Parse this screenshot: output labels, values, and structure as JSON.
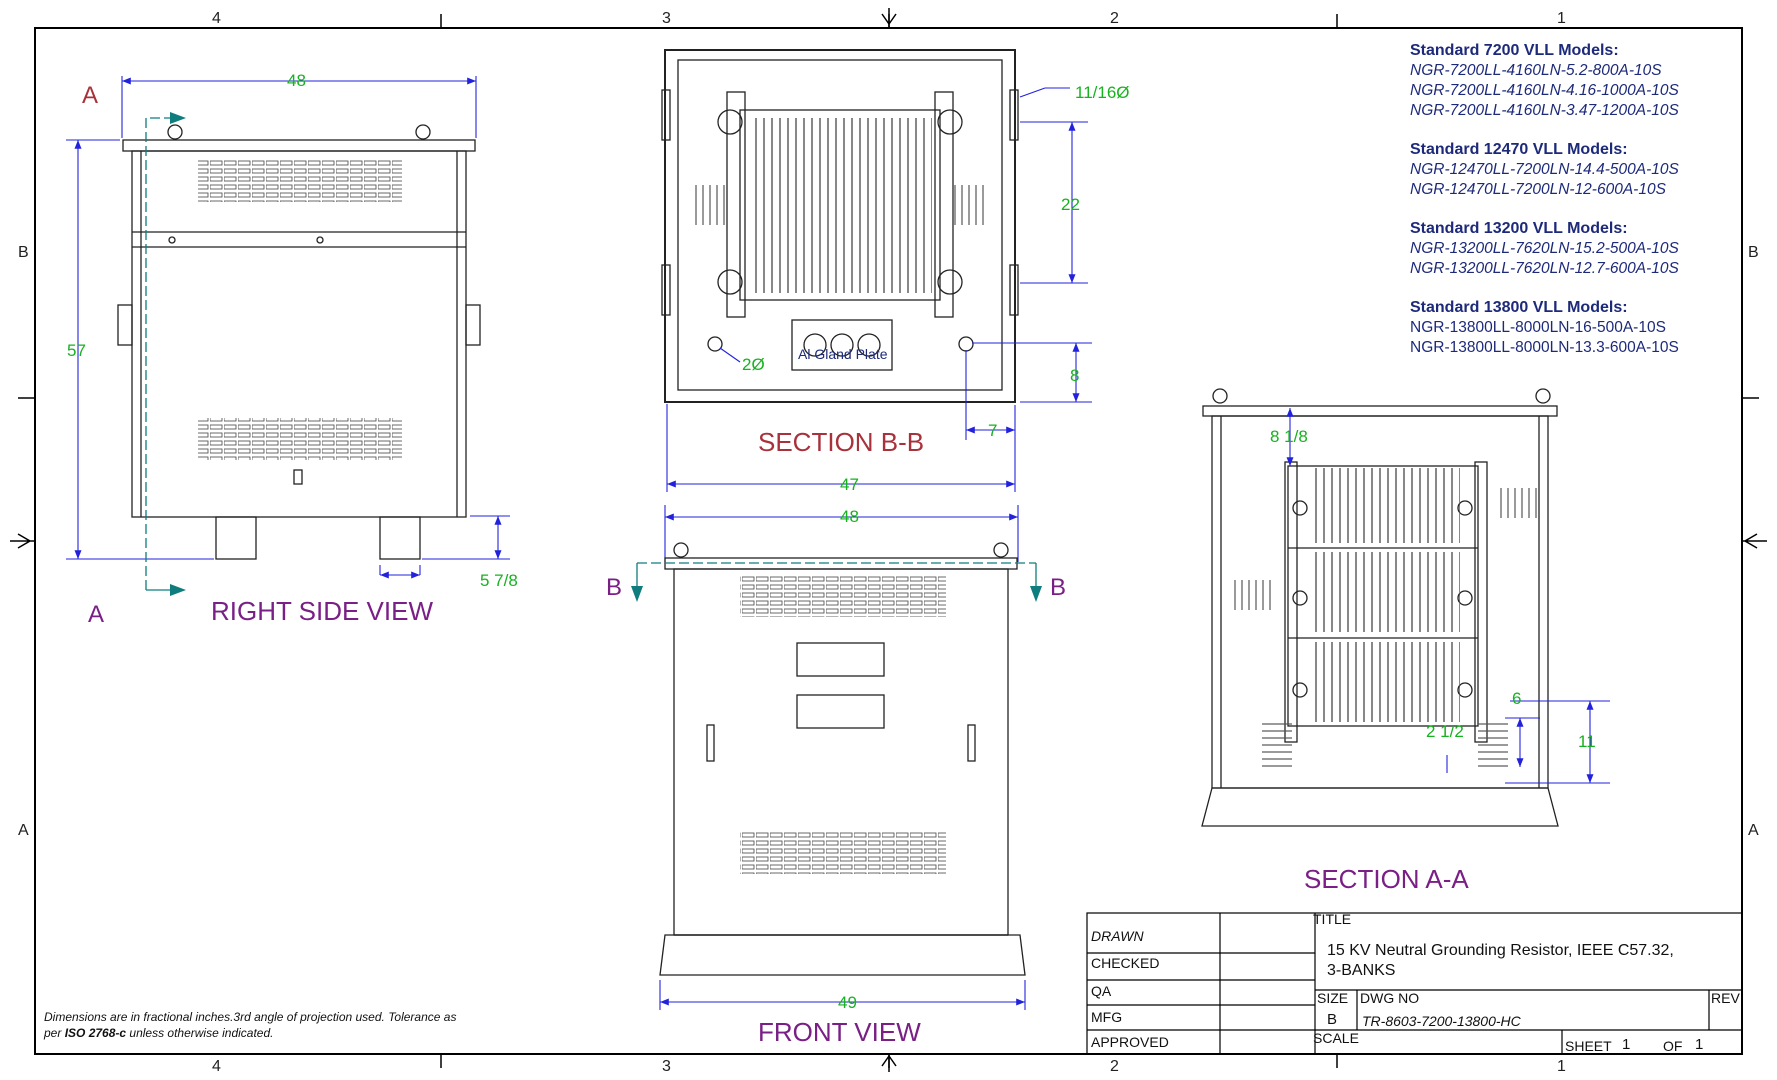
{
  "zones": {
    "top": [
      "4",
      "3",
      "2",
      "1"
    ],
    "bottom": [
      "4",
      "3",
      "2",
      "1"
    ],
    "left": [
      "B",
      "A"
    ],
    "right": [
      "B",
      "A"
    ]
  },
  "views": {
    "right_side": "RIGHT SIDE VIEW",
    "section_bb": "SECTION B-B",
    "front": "FRONT VIEW",
    "section_aa": "SECTION A-A"
  },
  "section_markers": {
    "a_top": "A",
    "a_bottom": "A",
    "b_left": "B",
    "b_right": "B"
  },
  "dimensions": {
    "right_width": "48",
    "right_height": "57",
    "right_base": "5 7/8",
    "bb_hole_top": "11/16Ø",
    "bb_vertical": "22",
    "bb_hole_bottom": "2Ø",
    "bb_gland_height": "8",
    "bb_gland_offset": "7",
    "width_47": "47",
    "width_48": "48",
    "front_base": "49",
    "aa_top_gap": "8 1/8",
    "aa_six": "6",
    "aa_two_half": "2 1/2",
    "aa_eleven": "11"
  },
  "gland_label": "Al Gland Plate",
  "models": [
    {
      "header": "Standard 7200 VLL Models:",
      "items": [
        "NGR-7200LL-4160LN-5.2-800A-10S",
        "NGR-7200LL-4160LN-4.16-1000A-10S",
        "NGR-7200LL-4160LN-3.47-1200A-10S"
      ],
      "italic": true
    },
    {
      "header": "Standard 12470 VLL Models:",
      "items": [
        "NGR-12470LL-7200LN-14.4-500A-10S",
        "NGR-12470LL-7200LN-12-600A-10S"
      ],
      "italic": true
    },
    {
      "header": "Standard 13200 VLL Models:",
      "items": [
        "NGR-13200LL-7620LN-15.2-500A-10S",
        "NGR-13200LL-7620LN-12.7-600A-10S"
      ],
      "italic": true
    },
    {
      "header": "Standard 13800 VLL Models:",
      "items": [
        "NGR-13800LL-8000LN-16-500A-10S",
        "NGR-13800LL-8000LN-13.3-600A-10S"
      ],
      "italic": false
    }
  ],
  "title_block": {
    "drawn": "DRAWN",
    "checked": "CHECKED",
    "qa": "QA",
    "mfg": "MFG",
    "approved": "APPROVED",
    "title_label": "TITLE",
    "title_line1": "15 KV Neutral Grounding Resistor, IEEE C57.32,",
    "title_line2": "3-BANKS",
    "size_label": "SIZE",
    "size_value": "B",
    "dwg_label": "DWG NO",
    "dwg_value": "TR-8603-7200-13800-HC",
    "rev_label": "REV",
    "scale_label": "SCALE",
    "sheet_label": "SHEET",
    "sheet_value": "1",
    "of_label": "OF",
    "of_value": "1"
  },
  "note": {
    "line1": "Dimensions are in fractional inches.3rd angle of projection used. Tolerance as",
    "line2_prefix": "per ",
    "line2_bold": "ISO 2768-c",
    "line2_suffix": " unless otherwise indicated."
  },
  "colors": {
    "dimension": "#17b21f",
    "dimline": "#2222dd",
    "view_title": "#7a1f86",
    "section_title": "#a8323b",
    "model_text": "#1d2a7a",
    "arrow": "#0f7d7d"
  }
}
